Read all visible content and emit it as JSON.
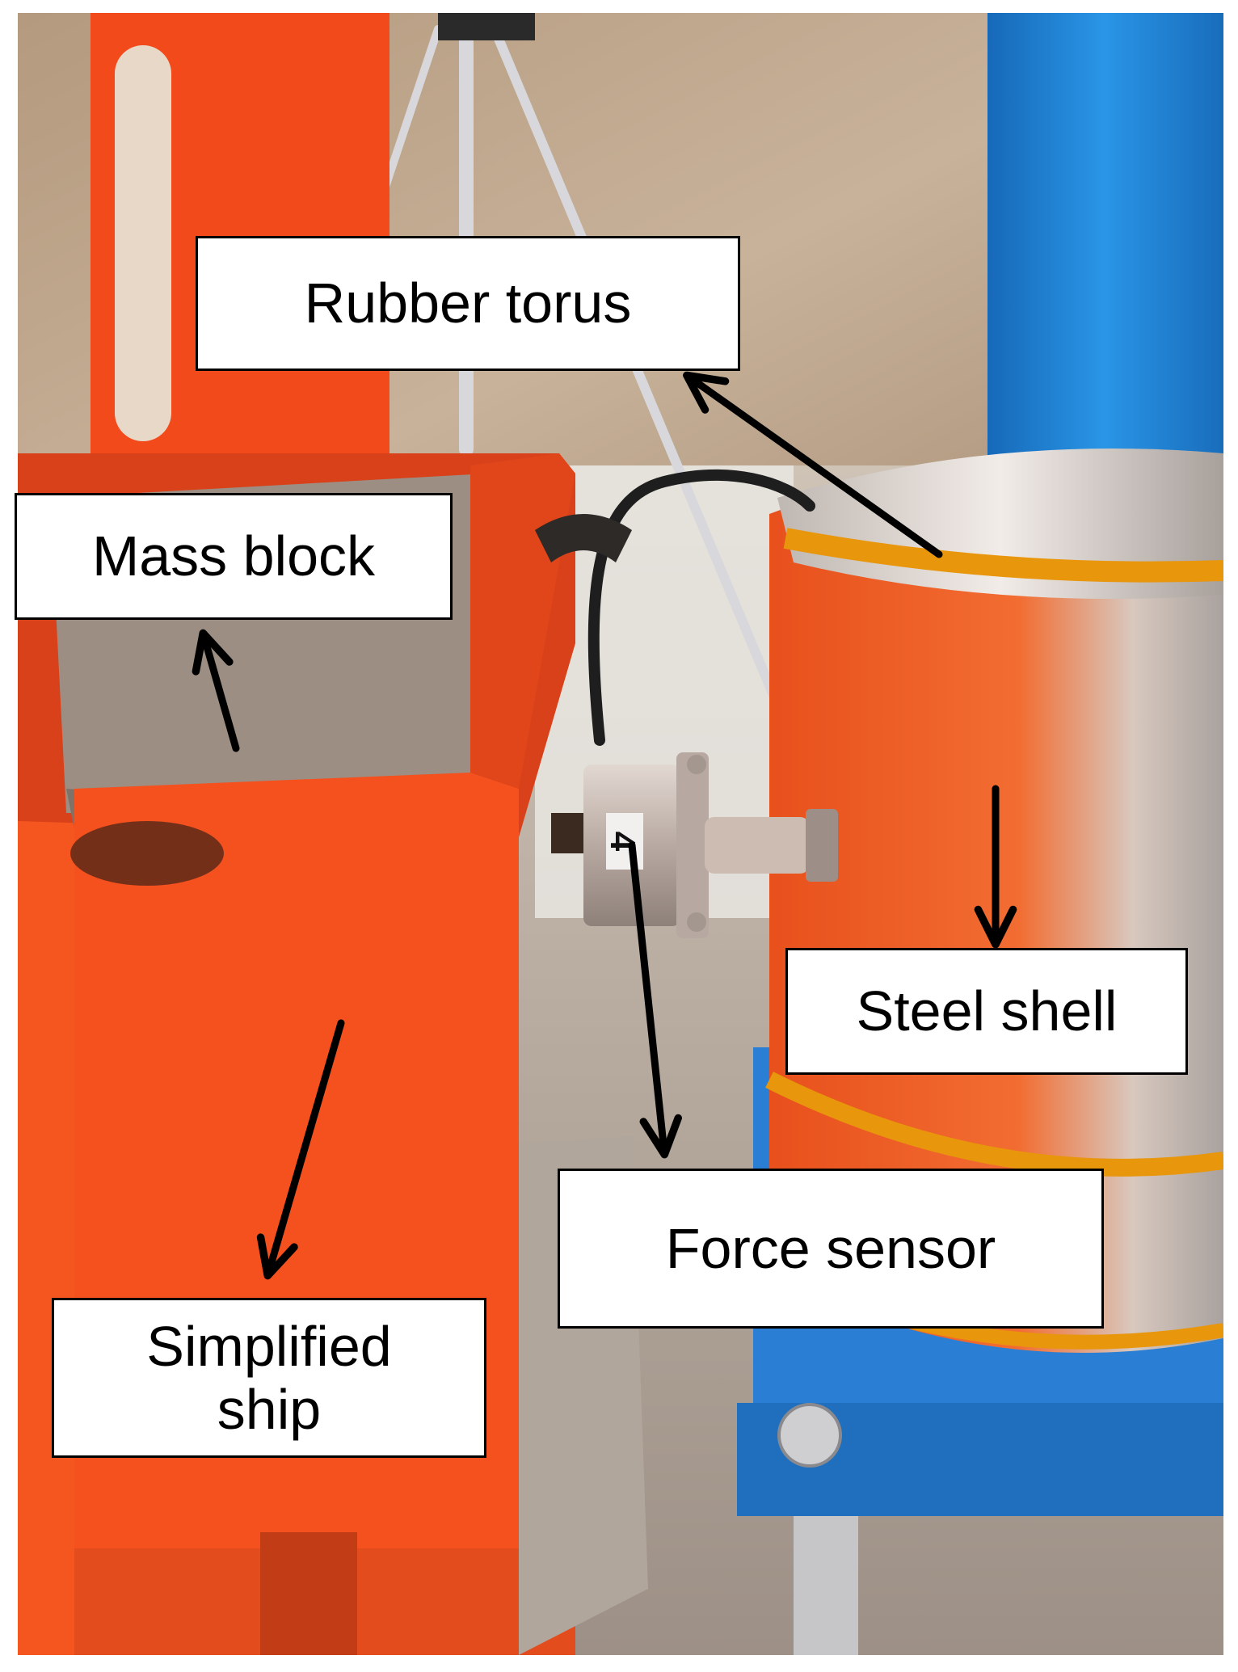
{
  "labels": {
    "rubber_torus": "Rubber torus",
    "mass_block": "Mass block",
    "steel_shell": "Steel shell",
    "force_sensor": "Force sensor",
    "simplified_ship": "Simplified\nship"
  },
  "sensor_mark": "4",
  "colors": {
    "ship_orange": "#f4511e",
    "shell_blue": "#1e88d8",
    "torus_amber": "#e8960c",
    "sensor_silver": "#c9bdb5",
    "concrete": "#a89a8e",
    "arrow": "#000000"
  },
  "icons": [
    "arrow-icon"
  ]
}
